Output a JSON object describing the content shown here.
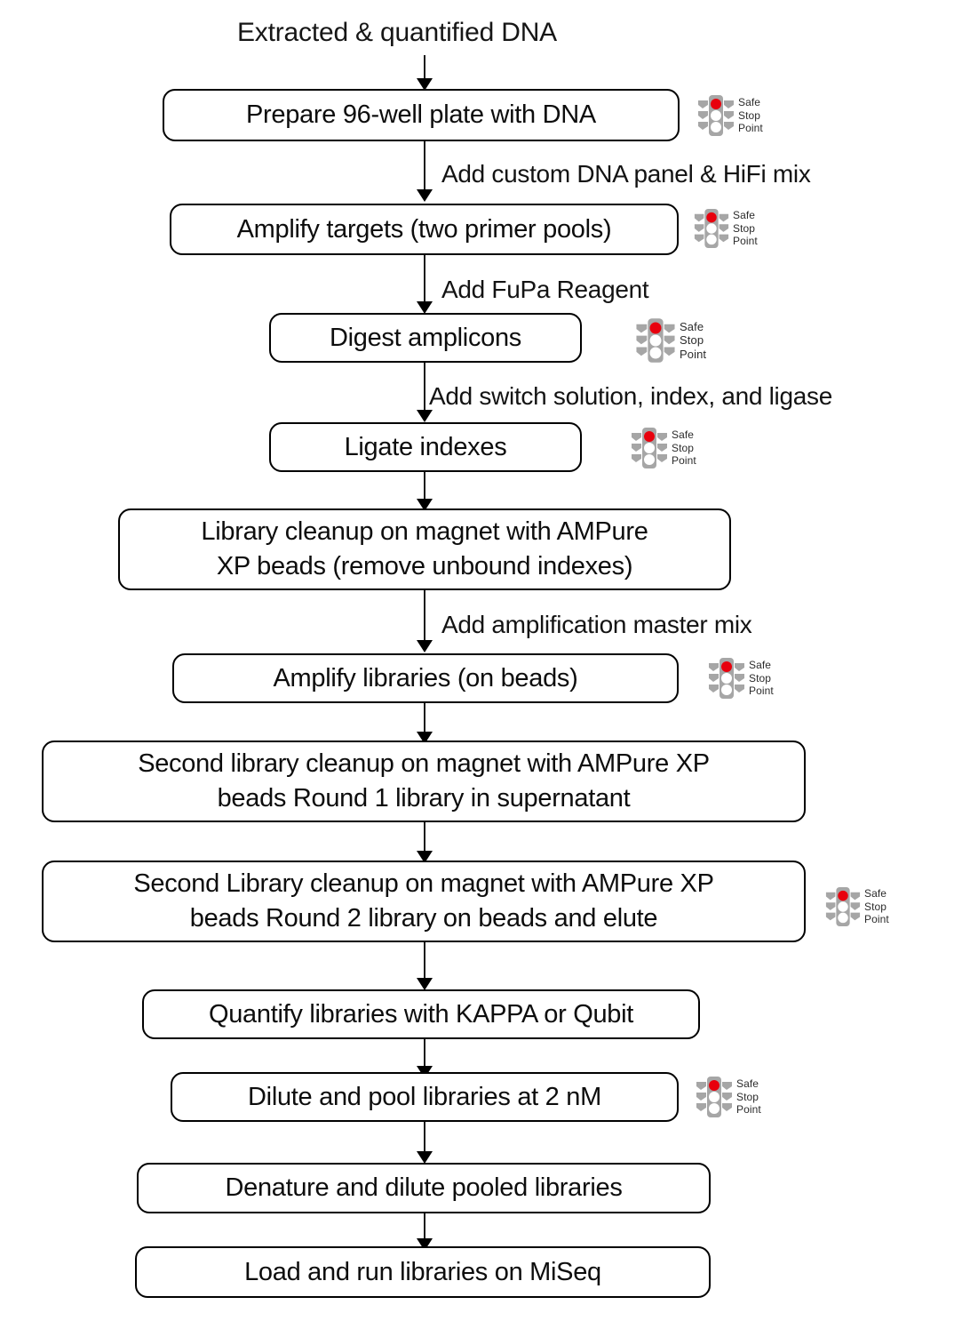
{
  "diagram": {
    "title": "Extracted & quantified DNA",
    "safe_stop_point": {
      "line1": "Safe",
      "line2": "Stop",
      "line3": "Point",
      "icon": "traffic-light-icon",
      "lamp_on_color": "#e8000d",
      "lamp_off_color": "#ffffff",
      "housing_color": "#a6a6a6"
    },
    "nodes": [
      {
        "id": "n1",
        "label": "Prepare 96-well plate with DNA",
        "safe_stop": true
      },
      {
        "id": "n2",
        "label": "Amplify targets (two primer pools)",
        "safe_stop": true
      },
      {
        "id": "n3",
        "label": "Digest amplicons",
        "safe_stop": true
      },
      {
        "id": "n4",
        "label": "Ligate indexes",
        "safe_stop": true
      },
      {
        "id": "n5",
        "label": "Library cleanup on magnet with AMPure XP beads (remove unbound indexes)",
        "safe_stop": false
      },
      {
        "id": "n6",
        "label": "Amplify libraries (on beads)",
        "safe_stop": true
      },
      {
        "id": "n7",
        "label": "Second library cleanup on magnet with AMPure XP beads Round 1 library in supernatant",
        "safe_stop": false
      },
      {
        "id": "n8",
        "label": "Second Library cleanup on magnet with AMPure XP beads Round 2 library on beads and elute",
        "safe_stop": true
      },
      {
        "id": "n9",
        "label": "Quantify libraries with KAPPA or Qubit",
        "safe_stop": false
      },
      {
        "id": "n10",
        "label": "Dilute and pool libraries at 2 nM",
        "safe_stop": true
      },
      {
        "id": "n11",
        "label": "Denature and dilute pooled libraries",
        "safe_stop": false
      },
      {
        "id": "n12",
        "label": "Load and run libraries on MiSeq",
        "safe_stop": false
      }
    ],
    "node_lines": {
      "n5_a": "Library cleanup on magnet with AMPure",
      "n5_b": "XP beads (remove unbound indexes)",
      "n7_a": "Second library cleanup on magnet with AMPure XP",
      "n7_b": "beads Round 1 library in supernatant",
      "n8_a": "Second Library cleanup on magnet with AMPure XP",
      "n8_b": "beads Round 2 library on beads and elute"
    },
    "edge_labels": [
      {
        "id": "e1",
        "text": "Add custom DNA panel & HiFi mix"
      },
      {
        "id": "e2",
        "text": "Add FuPa Reagent"
      },
      {
        "id": "e3",
        "text": "Add switch solution, index, and ligase"
      },
      {
        "id": "e4",
        "text": "Add amplification master mix"
      }
    ]
  }
}
